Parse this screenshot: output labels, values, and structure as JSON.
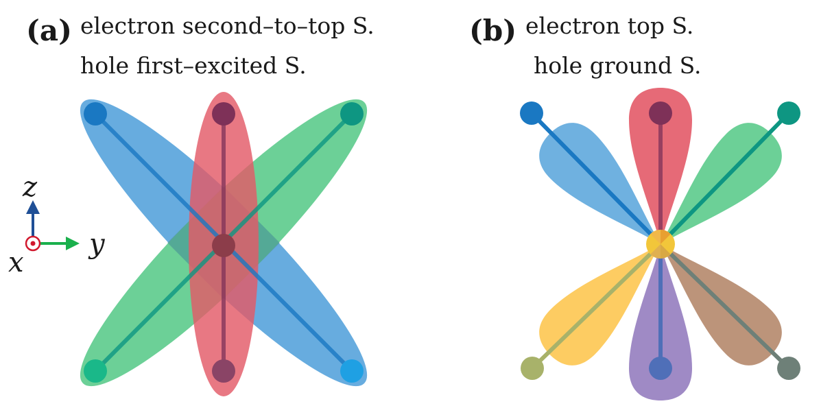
{
  "panel_a": {
    "letter": "(a)",
    "caption_line1": "electron second–to–top S.",
    "caption_line2": "hole first–excited S."
  },
  "panel_b": {
    "letter": "(b)",
    "caption_line1": "electron top S.",
    "caption_line2": "hole ground S."
  },
  "axes": {
    "z_label": "z",
    "y_label": "y",
    "x_label": "x"
  },
  "colors": {
    "blue": "#5fa8dd",
    "red": "#e35a68",
    "green": "#5ccb8c",
    "yellow": "#fdc95a",
    "purple": "#9a84c2",
    "brown": "#b88e73",
    "blue_dark": "#1a78c2",
    "red_dark": "#7e3158",
    "green_dark": "#0e9682",
    "axis_z": "#1f4f96",
    "axis_y": "#1ab04c",
    "axis_x": "#d1192e"
  }
}
